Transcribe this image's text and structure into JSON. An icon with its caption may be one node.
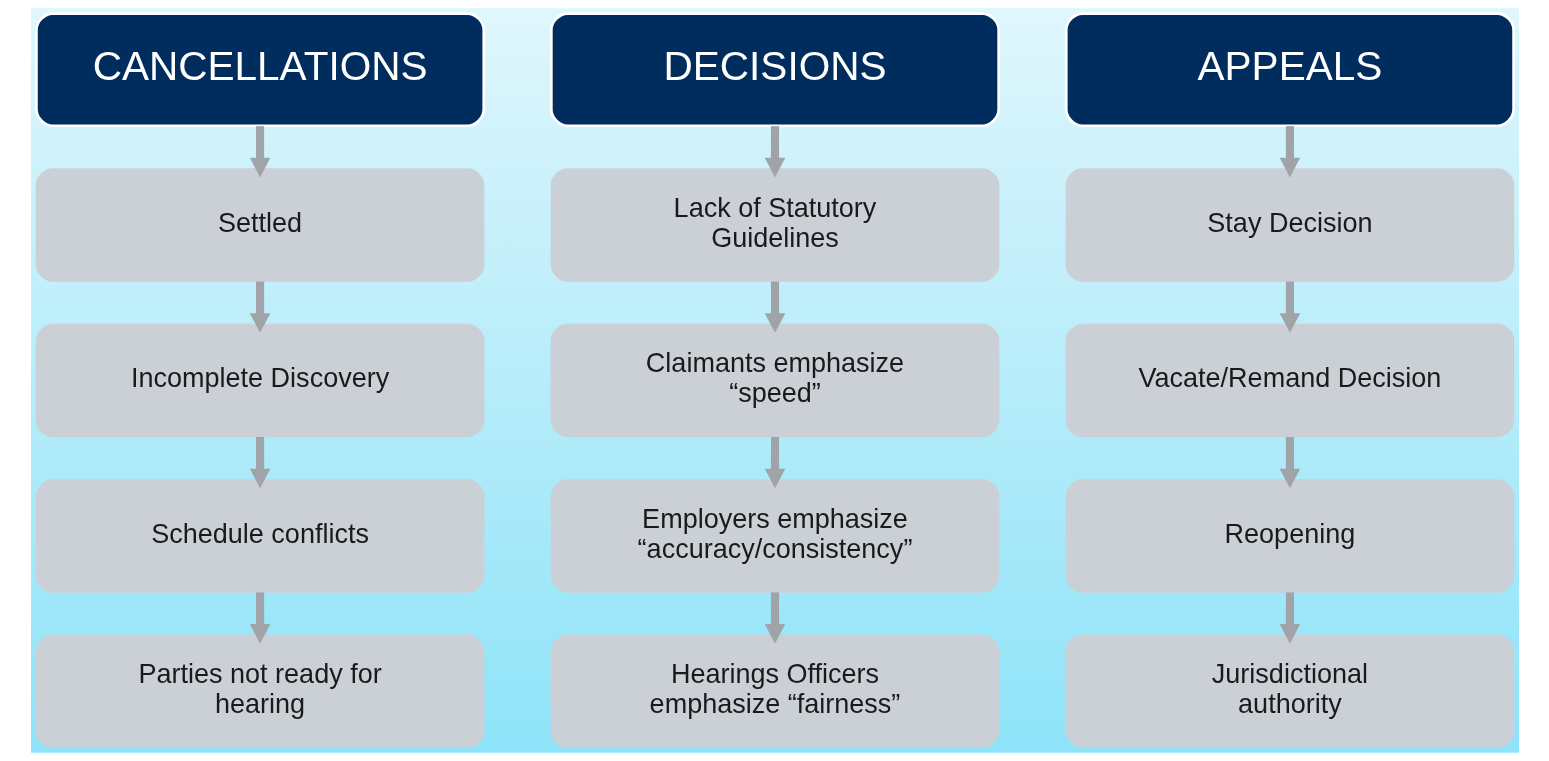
{
  "diagram": {
    "nodes": [
      {
        "text": [
          "CANCELLATIONS"
        ]
      },
      {
        "text": [
          "Settled"
        ]
      },
      {
        "text": [
          "Incomplete Discovery"
        ]
      },
      {
        "text": [
          "Schedule conflicts"
        ]
      },
      {
        "text": [
          "Parties not ready for hearing"
        ]
      },
      {
        "text": [
          "DECISIONS"
        ]
      },
      {
        "text": [
          "Lack of Statutory Guidelines"
        ]
      },
      {
        "text": [
          "Claimants emphasize “speed”"
        ]
      },
      {
        "text": [
          "Employers emphasize “accuracy/consistency”"
        ]
      },
      {
        "text": [
          "Hearings Officers emphasize “fairness”"
        ]
      },
      {
        "text": [
          "APPEALS"
        ]
      },
      {
        "text": [
          "Stay Decision"
        ]
      },
      {
        "text": [
          "Vacate/Remand Decision"
        ]
      },
      {
        "text": [
          "Reopening"
        ]
      },
      {
        "text": [
          "Jurisdictional authority"
        ]
      }
    ],
    "edges": [
      {
        "from": 0,
        "to": 1,
        "arrow": "to"
      },
      {
        "from": 1,
        "to": 2,
        "arrow": "to"
      },
      {
        "from": 2,
        "to": 3,
        "arrow": "to"
      },
      {
        "from": 3,
        "to": 4,
        "arrow": "to"
      },
      {
        "from": 5,
        "to": 6,
        "arrow": "to"
      },
      {
        "from": 6,
        "to": 7,
        "arrow": "to"
      },
      {
        "from": 7,
        "to": 8,
        "arrow": "to"
      },
      {
        "from": 8,
        "to": 9,
        "arrow": "to"
      },
      {
        "from": 10,
        "to": 11,
        "arrow": "to"
      },
      {
        "from": 11,
        "to": 12,
        "arrow": "to"
      },
      {
        "from": 12,
        "to": 13,
        "arrow": "to"
      },
      {
        "from": 13,
        "to": 14,
        "arrow": "to"
      }
    ]
  }
}
